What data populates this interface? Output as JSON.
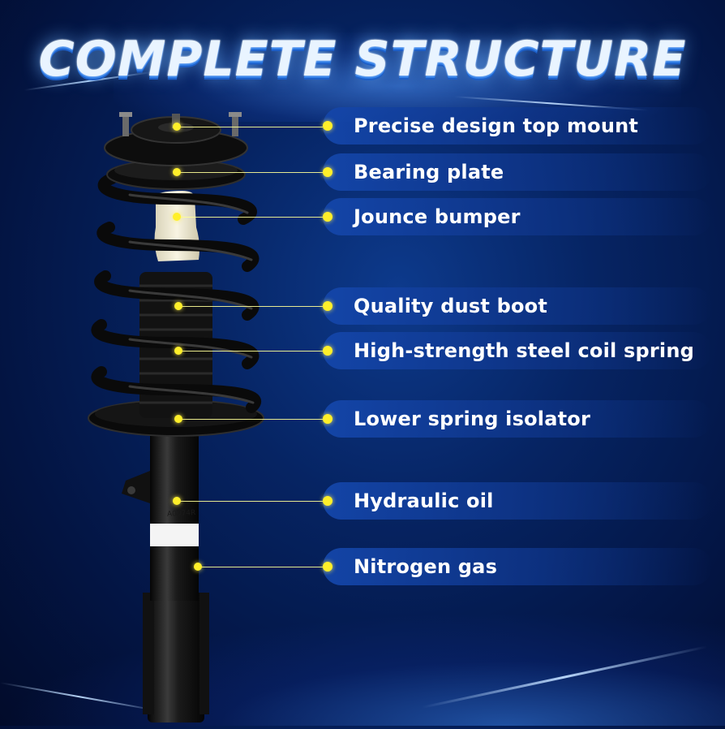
{
  "title": "COMPLETE STRUCTURE",
  "part_marking": "A0074R",
  "colors": {
    "background": "#041a55",
    "label_pill": "#1646aa",
    "dot": "#ffef2a",
    "title_glow": "#6ab4ff"
  },
  "callouts": [
    {
      "label": "Precise design top mount"
    },
    {
      "label": "Bearing plate"
    },
    {
      "label": "Jounce bumper"
    },
    {
      "label": "Quality dust boot"
    },
    {
      "label": "High-strength steel coil spring"
    },
    {
      "label": "Lower spring isolator"
    },
    {
      "label": "Hydraulic oil"
    },
    {
      "label": "Nitrogen gas"
    }
  ]
}
